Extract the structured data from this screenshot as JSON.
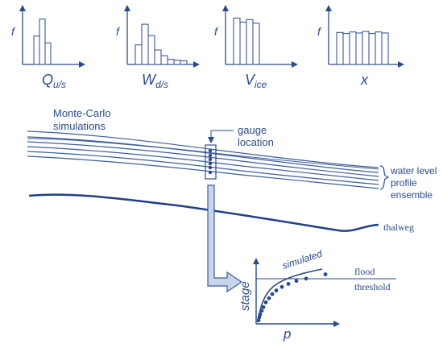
{
  "colors": {
    "primary": "#2b4a8b",
    "line": "#3d5d9a",
    "light_fill": "#c8d4ea",
    "thalweg": "#1f3f86"
  },
  "histograms": [
    {
      "f_label": "f",
      "var_main": "Q",
      "var_sub": "u/s",
      "bars": [
        0.55,
        0.88,
        0.42
      ]
    },
    {
      "f_label": "f",
      "var_main": "W",
      "var_sub": "d/s",
      "bars": [
        0.38,
        0.78,
        0.56,
        0.28,
        0.17,
        0.1,
        0.08,
        0.07
      ]
    },
    {
      "f_label": "f",
      "var_main": "V",
      "var_sub": "ice",
      "bars": [
        0.9,
        0.82,
        0.87,
        0.8
      ]
    },
    {
      "f_label": "f",
      "var_main": "x",
      "var_sub": "",
      "bars": [
        0.62,
        0.6,
        0.63,
        0.61,
        0.64,
        0.6,
        0.63,
        0.61
      ]
    }
  ],
  "labels": {
    "monte_carlo_1": "Monte-Carlo",
    "monte_carlo_2": "simulations",
    "gauge_1": "gauge",
    "gauge_2": "location",
    "ensemble_1": "water level",
    "ensemble_2": "profile",
    "ensemble_3": "ensemble",
    "thalweg": "thalweg",
    "simulated": "simulated",
    "flood_1": "flood",
    "flood_2": "threshold",
    "stage_axis": "stage",
    "p_axis": "p"
  },
  "stage_plot": {
    "points": [
      [
        0.03,
        0.06
      ],
      [
        0.04,
        0.11
      ],
      [
        0.05,
        0.16
      ],
      [
        0.07,
        0.22
      ],
      [
        0.09,
        0.28
      ],
      [
        0.12,
        0.36
      ],
      [
        0.16,
        0.43
      ],
      [
        0.2,
        0.5
      ],
      [
        0.25,
        0.56
      ],
      [
        0.32,
        0.62
      ],
      [
        0.4,
        0.67
      ],
      [
        0.5,
        0.72
      ],
      [
        0.62,
        0.76
      ],
      [
        0.86,
        0.83
      ]
    ]
  }
}
